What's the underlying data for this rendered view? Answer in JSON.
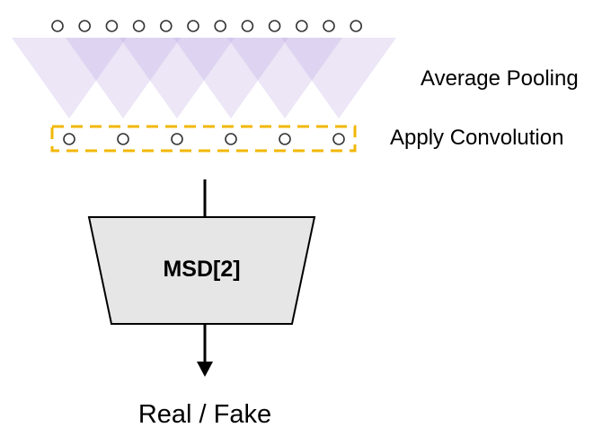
{
  "labels": {
    "pooling": "Average Pooling",
    "convolution": "Apply Convolution",
    "block": "MSD[2]",
    "output": "Real / Fake"
  },
  "colors": {
    "pool_fill": "#b9a6e3",
    "dash_box": "#f2b705",
    "block_fill": "#e6e6e6",
    "stroke": "#000000",
    "node_stroke": "#333333"
  },
  "diagram": {
    "input_node_count": 12,
    "conv_node_count": 6
  }
}
